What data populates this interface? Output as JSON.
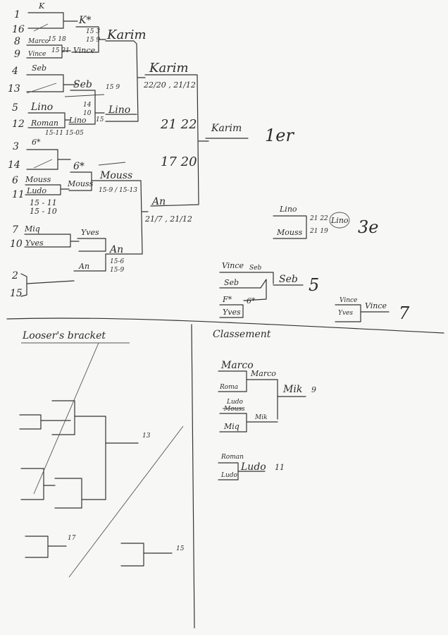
{
  "seeds": {
    "s1": "1",
    "s16": "16",
    "s8": "8",
    "s9": "9",
    "s4": "4",
    "s13": "13",
    "s5": "5",
    "s12": "12",
    "s3": "3",
    "s14": "14",
    "s6": "6",
    "s11": "11",
    "s7": "7",
    "s10": "10",
    "s2": "2",
    "s15": "15"
  },
  "round1": {
    "k": "K",
    "marco": "Marco",
    "marco_score": "15 18",
    "vince": "Vince",
    "vince_score": "15 21",
    "seb": "Seb",
    "lino": "Lino",
    "roman": "Roman",
    "roman_score": "15-11 15-05",
    "six": "6*",
    "mouss": "Mouss",
    "ludo": "Ludo",
    "ludo_score_1": "15 - 11",
    "ludo_score_2": "15 - 10",
    "miq": "Miq",
    "yves": "Yves"
  },
  "round2": {
    "kstar": "K*",
    "kstar_score_1": "15 3",
    "kstar_score_2": "15 9",
    "vince": "Vince",
    "seb": "Seb",
    "seb_scribble": "15 9",
    "lino_score_1": "14",
    "lino_score_2": "10",
    "lino": "Lino",
    "lino_score_3": "15",
    "lino_right": "Lino",
    "six": "6*",
    "mouss": "Mouss",
    "yves": "Yves",
    "an": "An"
  },
  "round3": {
    "karim": "Karim",
    "mouss": "Mouss",
    "mouss_score": "15-9 / 15-13",
    "an": "An",
    "an_score_1": "15-6",
    "an_score_2": "15-9"
  },
  "semis": {
    "karim": "Karim",
    "karim_score": "22/20 , 21/12",
    "mid_score_1": "21 22",
    "mid_score_2": "17 20",
    "an": "An",
    "an_score": "21/7 , 21/12"
  },
  "final": {
    "winner": "Karim",
    "place": "1er"
  },
  "third": {
    "lino": "Lino",
    "mouss": "Mouss",
    "score": "21 22",
    "score2": "21 19",
    "winner": "Lino",
    "place": "3e"
  },
  "fifth": {
    "vince": "Vince",
    "seb_top": "Seb",
    "seb": "Seb",
    "six": "6*",
    "f_star": "F*",
    "yves": "Yves",
    "winner": "Seb",
    "place": "5"
  },
  "seventh": {
    "vince": "Vince",
    "yves": "Yves",
    "winner": "Vince",
    "place": "7"
  },
  "loosers": {
    "title": "Looser's bracket",
    "label_13": "13",
    "label_17": "17",
    "label_15": "15"
  },
  "classement": {
    "title": "Classement",
    "marco": "Marco",
    "roma": "Roma",
    "marco_win": "Marco",
    "ludo": "Ludo",
    "mouss": "Mouss",
    "miq": "Miq",
    "miq_win": "Mik",
    "final_winner": "Mik",
    "final_place": "9",
    "roman": "Roman",
    "ludo2": "Ludo",
    "ludo_win": "Ludo",
    "ludo_place": "11"
  }
}
